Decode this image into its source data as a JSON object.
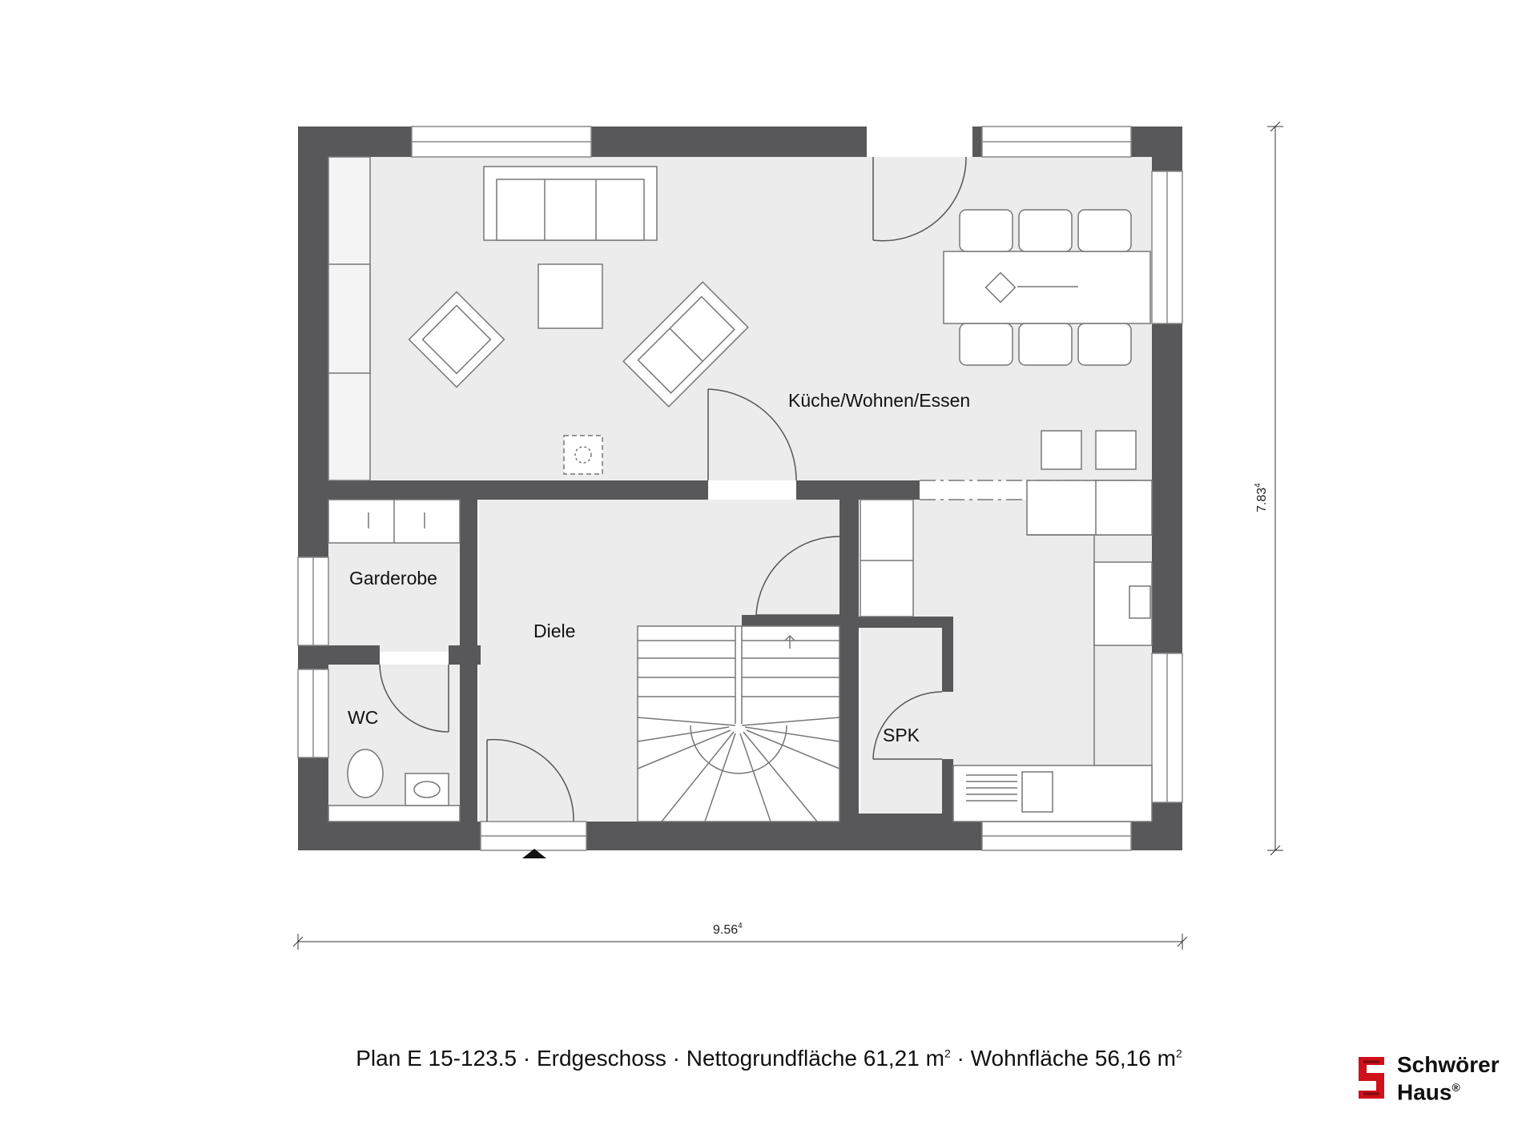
{
  "rooms": {
    "kitchen_living_dining": "Küche/Wohnen/Essen",
    "wardrobe": "Garderobe",
    "hall": "Diele",
    "wc": "WC",
    "pantry": "SPK"
  },
  "dimensions": {
    "width_main": "9.56",
    "width_sup": "4",
    "depth_main": "7.83",
    "depth_sup": "4"
  },
  "caption": {
    "plan": "Plan E 15-123.5",
    "floor": "Erdgeschoss",
    "net_area_label": "Nettogrundfläche 61,21 m",
    "living_area_label": "Wohnfläche 56,16 m",
    "unit_sup": "2",
    "separator": " · "
  },
  "logo": {
    "line1": "Schwörer",
    "line2": "Haus",
    "mark": "®",
    "brand_color": "#d0101a"
  },
  "colors": {
    "wall": "#58585a",
    "floor": "#ececec",
    "furniture_line": "#777777"
  }
}
